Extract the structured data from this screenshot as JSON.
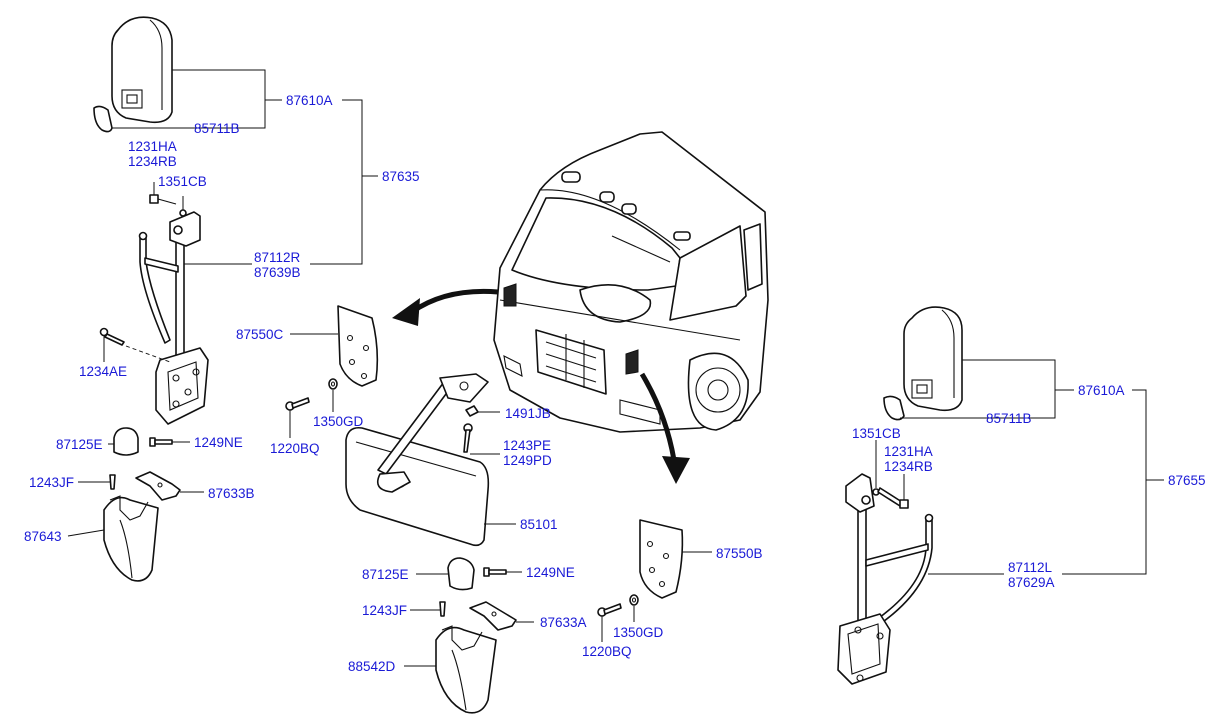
{
  "labels": {
    "l_87610A_top": "87610A",
    "l_85711B_top": "85711B",
    "l_87635": "87635",
    "l_1231HA_top": "1231HA",
    "l_1234RB_top": "1234RB",
    "l_1351CB_top": "1351CB",
    "l_87112R": "87112R",
    "l_87639B": "87639B",
    "l_1234AE": "1234AE",
    "l_87125E_top": "87125E",
    "l_1249NE_top": "1249NE",
    "l_1243JF_top": "1243JF",
    "l_87633B": "87633B",
    "l_87643": "87643",
    "l_87550C": "87550C",
    "l_1350GD_top": "1350GD",
    "l_1220BQ_top": "1220BQ",
    "l_1491JB": "1491JB",
    "l_1243PE": "1243PE",
    "l_1249PD": "1249PD",
    "l_85101": "85101",
    "l_87125E_mid": "87125E",
    "l_1249NE_mid": "1249NE",
    "l_1243JF_mid": "1243JF",
    "l_87633A": "87633A",
    "l_88542D": "88542D",
    "l_87550B": "87550B",
    "l_1350GD_mid": "1350GD",
    "l_1220BQ_mid": "1220BQ",
    "l_87610A_right": "87610A",
    "l_85711B_right": "85711B",
    "l_1351CB_right": "1351CB",
    "l_1231HA_right": "1231HA",
    "l_1234RB_right": "1234RB",
    "l_87655": "87655",
    "l_87112L": "87112L",
    "l_87629A": "87629A"
  },
  "colors": {
    "label_text": "#1a1ad6",
    "line_art": "#111111",
    "background": "#ffffff"
  }
}
